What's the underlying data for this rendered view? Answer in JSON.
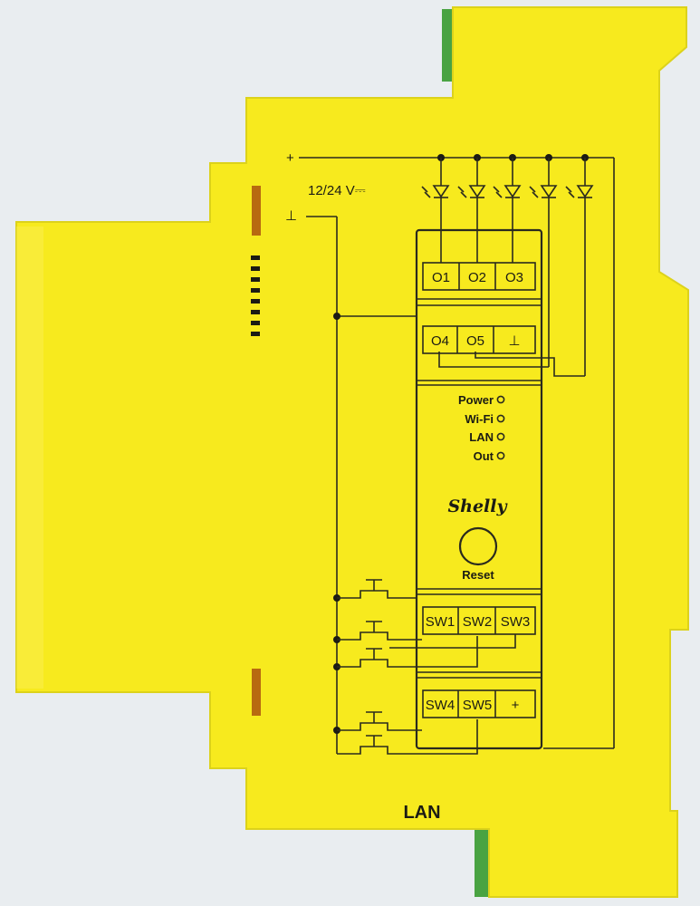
{
  "colors": {
    "background": "#e9edf0",
    "housing": "#f7ea1e",
    "housing_edge": "#c9c21a",
    "green_clip": "#49a342",
    "line": "#2a2a1e",
    "orange_slot": "#b86a10"
  },
  "supply": {
    "plus_symbol": "+",
    "ground_symbol": "⊥",
    "voltage_label": "12/24 V⎓"
  },
  "outputs": {
    "row1": [
      "O1",
      "O2",
      "O3"
    ],
    "row2": [
      "O4",
      "O5",
      "⊥"
    ]
  },
  "indicators": [
    {
      "label": "Power"
    },
    {
      "label": "Wi-Fi"
    },
    {
      "label": "LAN"
    },
    {
      "label": "Out"
    }
  ],
  "brand": "Shelly",
  "reset_label": "Reset",
  "inputs": {
    "row1": [
      "SW1",
      "SW2",
      "SW3"
    ],
    "row2": [
      "SW4",
      "SW5",
      "+"
    ]
  },
  "port_label": "LAN",
  "icons": {
    "led": "led-diode-icon",
    "switch": "pushbutton-switch-icon",
    "reset": "reset-button-icon"
  }
}
